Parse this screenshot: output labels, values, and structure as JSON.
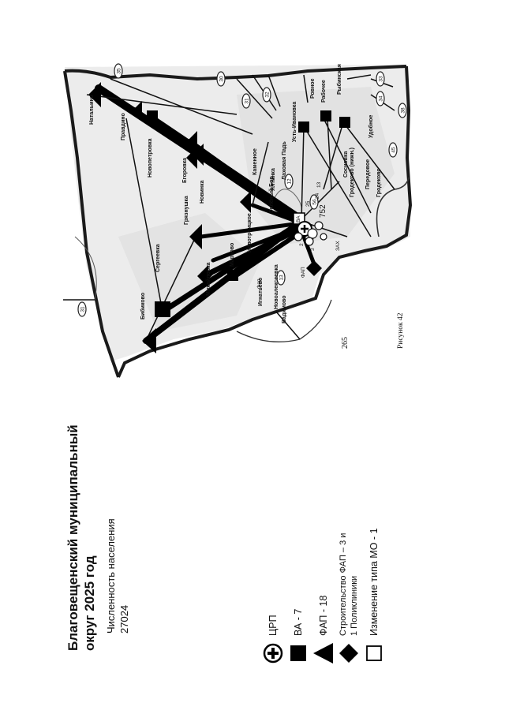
{
  "page_number": "265",
  "figure_caption": "Рисунок 42",
  "title_lines": [
    "Благовещенский муниципальный",
    "округ 2025 год"
  ],
  "population": {
    "label": "Численность населения",
    "value": "27024"
  },
  "legend": [
    {
      "icon": "crp-circle-plus-icon",
      "lines": [
        "ЦРП"
      ]
    },
    {
      "icon": "black-square-icon",
      "lines": [
        "ВА - 7"
      ]
    },
    {
      "icon": "black-triangle-icon",
      "lines": [
        "ФАП - 18"
      ]
    },
    {
      "icon": "black-diamond-icon",
      "lines": [
        "Строительство ФАП – 3 и",
        "1 Поликлиники"
      ]
    },
    {
      "icon": "empty-square-icon",
      "lines": [
        "Изменение типа МО - 1"
      ]
    }
  ],
  "map": {
    "settlements": [
      "Натальино",
      "Правдино",
      "Новопетровка",
      "Егоровка",
      "Новинка",
      "Грязнушка",
      "Сергеевка",
      "Бибиково",
      "Михайловка",
      "Марково",
      "Новотроицкое",
      "Игнатьево",
      "Новоалексеевка",
      "Вадимово",
      "Усть-Ивановка",
      "Ровное",
      "Гродеково",
      "Передовое",
      "Удобное",
      "Сосновка",
      "Рабочее",
      "Рыбинская",
      "Гродеково (нижн.)",
      "Лаховая Падь",
      "Каменное",
      "Ялтинка",
      "Зелёный Бор"
    ],
    "small_labels": [
      "ВА",
      "фап",
      "ФАП",
      "ЗАХ",
      "752",
      "13",
      "2",
      "3",
      "25",
      "24"
    ],
    "road_numbers": [
      "31",
      "35",
      "30",
      "31",
      "32",
      "33",
      "34",
      "38",
      "45",
      "12",
      "56",
      "13",
      "31"
    ],
    "crp_marker": "ЦРП"
  }
}
